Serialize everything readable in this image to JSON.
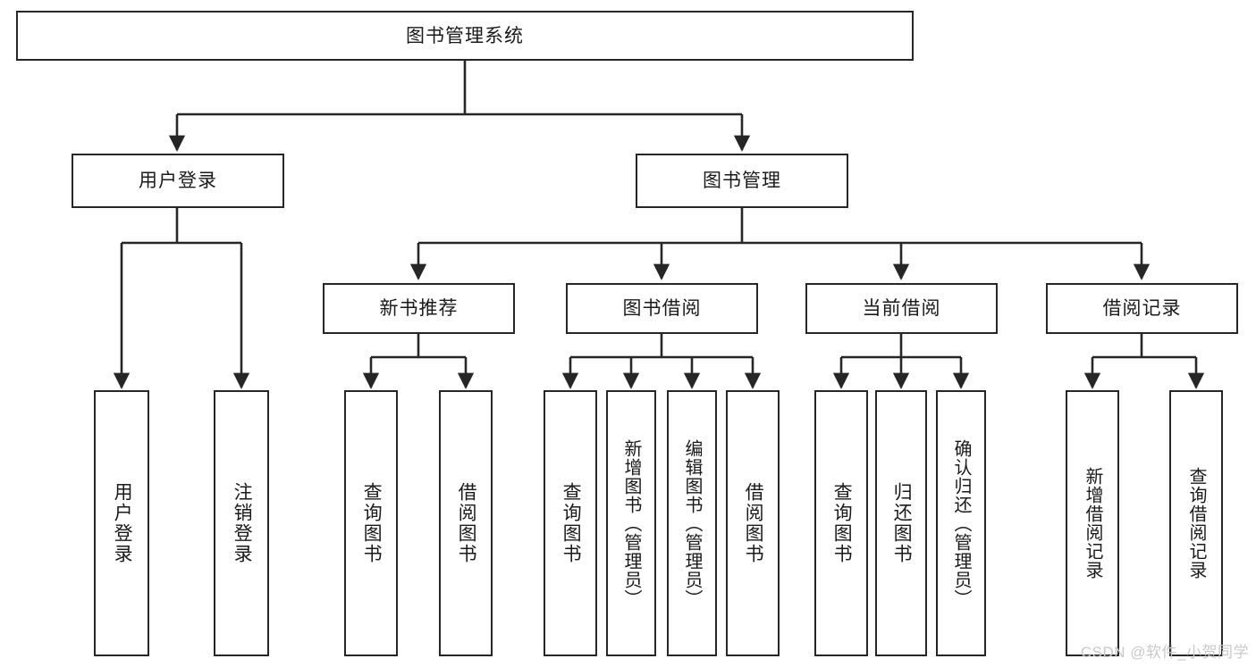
{
  "diagram": {
    "type": "tree-hierarchy",
    "title": "图书管理系统",
    "watermark": "CSDN @软件_小贺同学",
    "colors": {
      "stroke": "#262626",
      "background": "#ffffff",
      "text": "#1a1a1a",
      "watermark": "#c9c9c9"
    },
    "levels": {
      "root": {
        "label": "图书管理系统"
      },
      "level1": [
        {
          "id": "user-login",
          "label": "用户登录"
        },
        {
          "id": "book-manage",
          "label": "图书管理"
        }
      ],
      "level2": [
        {
          "id": "new-book-rec",
          "label": "新书推荐",
          "parent": "book-manage"
        },
        {
          "id": "book-borrow",
          "label": "图书借阅",
          "parent": "book-manage"
        },
        {
          "id": "current-borrow",
          "label": "当前借阅",
          "parent": "book-manage"
        },
        {
          "id": "borrow-record",
          "label": "借阅记录",
          "parent": "book-manage"
        }
      ],
      "leaves": [
        {
          "id": "leaf-user-login",
          "label": "用户登录",
          "parent": "user-login"
        },
        {
          "id": "leaf-user-logout",
          "label": "注销登录",
          "parent": "user-login"
        },
        {
          "id": "leaf-query-book-1",
          "label": "查询图书",
          "parent": "new-book-rec"
        },
        {
          "id": "leaf-borrow-book-1",
          "label": "借阅图书",
          "parent": "new-book-rec"
        },
        {
          "id": "leaf-query-book-2",
          "label": "查询图书",
          "parent": "book-borrow"
        },
        {
          "id": "leaf-add-book",
          "label": "新增图书（管理员）",
          "parent": "book-borrow"
        },
        {
          "id": "leaf-edit-book",
          "label": "编辑图书（管理员）",
          "parent": "book-borrow"
        },
        {
          "id": "leaf-borrow-book-2",
          "label": "借阅图书",
          "parent": "book-borrow"
        },
        {
          "id": "leaf-query-book-3",
          "label": "查询图书",
          "parent": "current-borrow"
        },
        {
          "id": "leaf-return-book",
          "label": "归还图书",
          "parent": "current-borrow"
        },
        {
          "id": "leaf-confirm-return",
          "label": "确认归还（管理员）",
          "parent": "current-borrow"
        },
        {
          "id": "leaf-add-record",
          "label": "新增借阅记录",
          "parent": "borrow-record"
        },
        {
          "id": "leaf-query-record",
          "label": "查询借阅记录",
          "parent": "borrow-record"
        }
      ]
    }
  }
}
